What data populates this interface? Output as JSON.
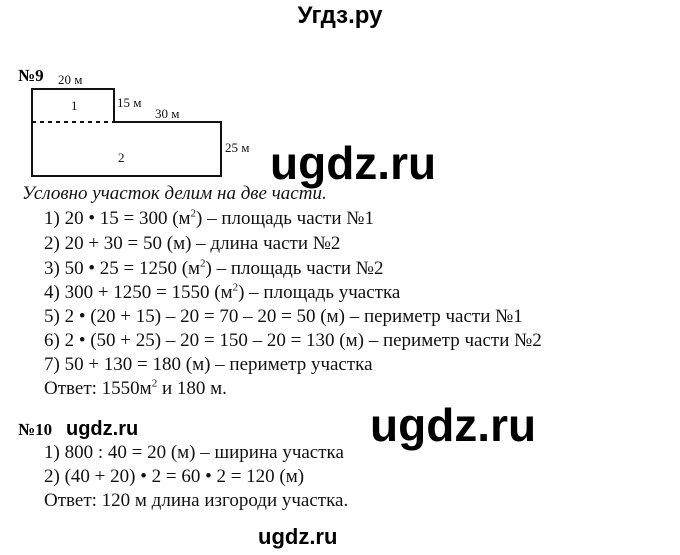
{
  "header": {
    "site_title": "Угдз.ру"
  },
  "task9": {
    "number": "№9",
    "figure": {
      "labels": {
        "top_width": "20 м",
        "step_height": "15 м",
        "right_width": "30 м",
        "right_height": "25 м",
        "part1": "1",
        "part2": "2"
      }
    },
    "intro": "Условно участок делим на две части.",
    "steps": [
      {
        "pre": "1) 20 • 15 = 300 (м",
        "sup": "2",
        "post": ") – площадь части №1"
      },
      {
        "pre": "2) 20 + 30 = 50 (м) – длина части №2",
        "sup": "",
        "post": ""
      },
      {
        "pre": "3) 50 • 25 = 1250 (м",
        "sup": "2",
        "post": ") – площадь части №2"
      },
      {
        "pre": "4) 300 + 1250 = 1550 (м",
        "sup": "2",
        "post": ") – площадь участка"
      },
      {
        "pre": "5) 2 • (20 + 15) – 20 = 70 – 20 = 50 (м) – периметр части №1",
        "sup": "",
        "post": ""
      },
      {
        "pre": "6) 2 • (50 + 25) – 20 = 150 – 20 = 130 (м) – периметр части №2",
        "sup": "",
        "post": ""
      },
      {
        "pre": "7) 50 + 130 = 180 (м) – периметр участка",
        "sup": "",
        "post": ""
      }
    ],
    "answer": {
      "pre": "Ответ: 1550м",
      "sup": "2",
      "post": " и 180 м."
    }
  },
  "task10": {
    "number": "№10",
    "steps": [
      "1) 800 : 40 = 20 (м) – ширина участка",
      "2) (40 + 20) • 2 = 60 • 2 = 120 (м)"
    ],
    "answer": "Ответ: 120 м длина изгороди участка."
  },
  "watermarks": {
    "large_top": "ugdz.ru",
    "large_mid": "ugdz.ru",
    "small_inline": "ugdz.ru",
    "bottom": "ugdz.ru"
  }
}
